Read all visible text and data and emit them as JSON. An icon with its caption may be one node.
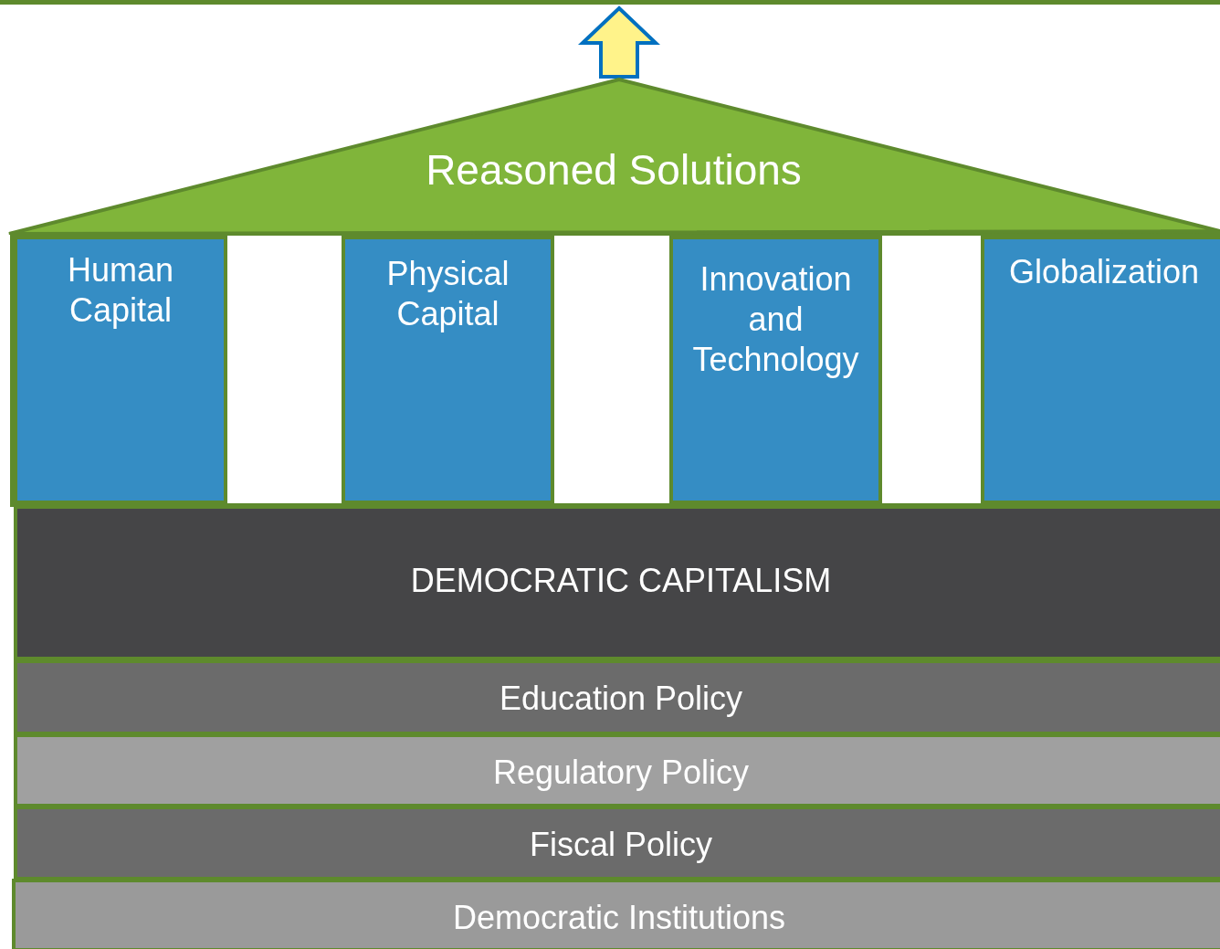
{
  "diagram": {
    "nodes": [
      {
        "text": [
          "Reasoned Solutions"
        ]
      },
      {
        "text": [
          "Human Capital"
        ]
      },
      {
        "text": [
          "Physical Capital"
        ]
      },
      {
        "text": [
          "Innovation and Technology"
        ]
      },
      {
        "text": [
          "Globalization"
        ]
      },
      {
        "text": [
          "DEMOCRATIC CAPITALISM"
        ]
      },
      {
        "text": [
          "Education Policy"
        ]
      },
      {
        "text": [
          "Regulatory Policy"
        ]
      },
      {
        "text": [
          "Fiscal Policy"
        ]
      },
      {
        "text": [
          "Democratic Institutions"
        ]
      }
    ]
  }
}
